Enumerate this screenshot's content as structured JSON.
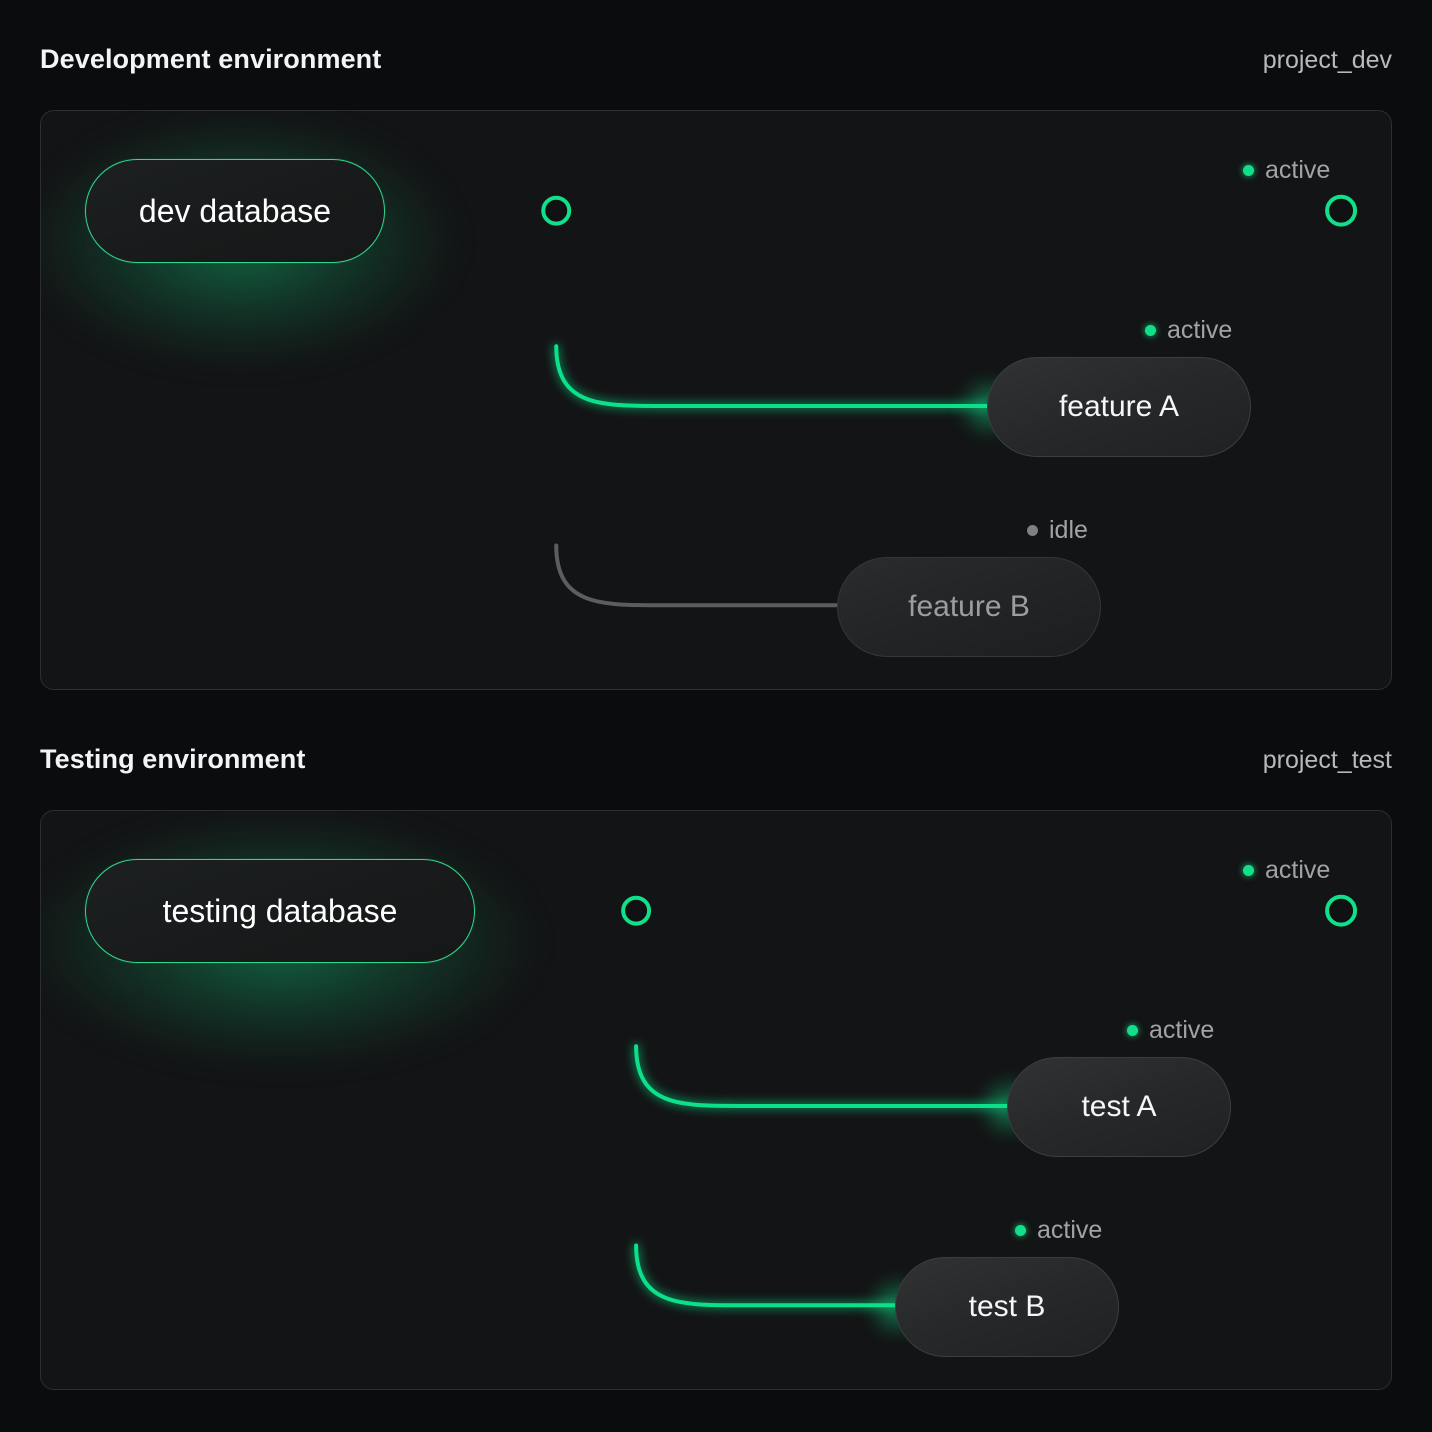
{
  "theme": {
    "background": "#0b0c0d",
    "panel_bg": "#131415",
    "panel_border": "#2c2e30",
    "accent_green": "#10e08a",
    "idle_gray": "#7c8185",
    "text_primary": "#f2f4f5",
    "text_muted": "#a0a4a7"
  },
  "sections": [
    {
      "title": "Development environment",
      "project": "project_dev",
      "source": {
        "label": "dev database",
        "state": "active"
      },
      "trunk_state": "fading",
      "branches": [
        {
          "label": "",
          "status": "active",
          "kind": "passthrough"
        },
        {
          "label": "feature A",
          "status": "active",
          "kind": "node"
        },
        {
          "label": "feature B",
          "status": "idle",
          "kind": "node"
        }
      ]
    },
    {
      "title": "Testing environment",
      "project": "project_test",
      "source": {
        "label": "testing database",
        "state": "active"
      },
      "trunk_state": "active",
      "branches": [
        {
          "label": "",
          "status": "active",
          "kind": "passthrough"
        },
        {
          "label": "test A",
          "status": "active",
          "kind": "node"
        },
        {
          "label": "test B",
          "status": "active",
          "kind": "node"
        }
      ]
    }
  ],
  "status_labels": {
    "active": "active",
    "idle": "idle"
  }
}
